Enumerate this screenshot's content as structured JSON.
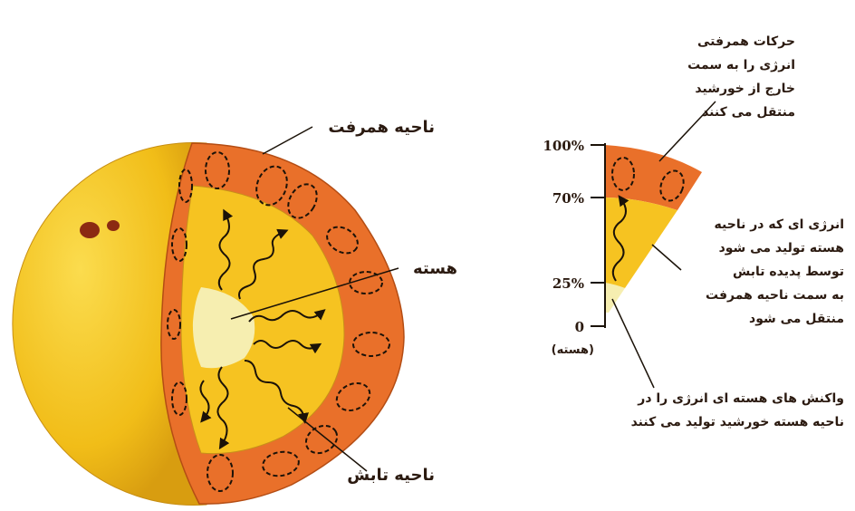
{
  "labels": {
    "convection_zone": "ناحیه همرفت",
    "core": "هسته",
    "radiative_zone": "ناحیه تابش"
  },
  "scale": {
    "ticks": [
      "100%",
      "70%",
      "25%",
      "0"
    ],
    "core_note": "(هسته)"
  },
  "annotations": {
    "convection": [
      "حرکات همرفتی",
      "انرژی را به سمت",
      "خارج از خورشید",
      "منتقل می کنند"
    ],
    "radiation": [
      "انرژی ای که در ناحیه",
      "هسته تولید می شود",
      "توسط پدیده تابش",
      "به سمت ناحیه همرفت",
      "منتقل می شود"
    ],
    "reactions": [
      "واکنش های هسته ای انرژی را در",
      "ناحیه هسته خورشید تولید می کنند"
    ]
  },
  "colors": {
    "sphere": "#f3c21b",
    "convection_zone": "#e9702a",
    "radiative_zone": "#f6c321",
    "core": "#f6eeb0",
    "ink": "#2b1a10"
  }
}
